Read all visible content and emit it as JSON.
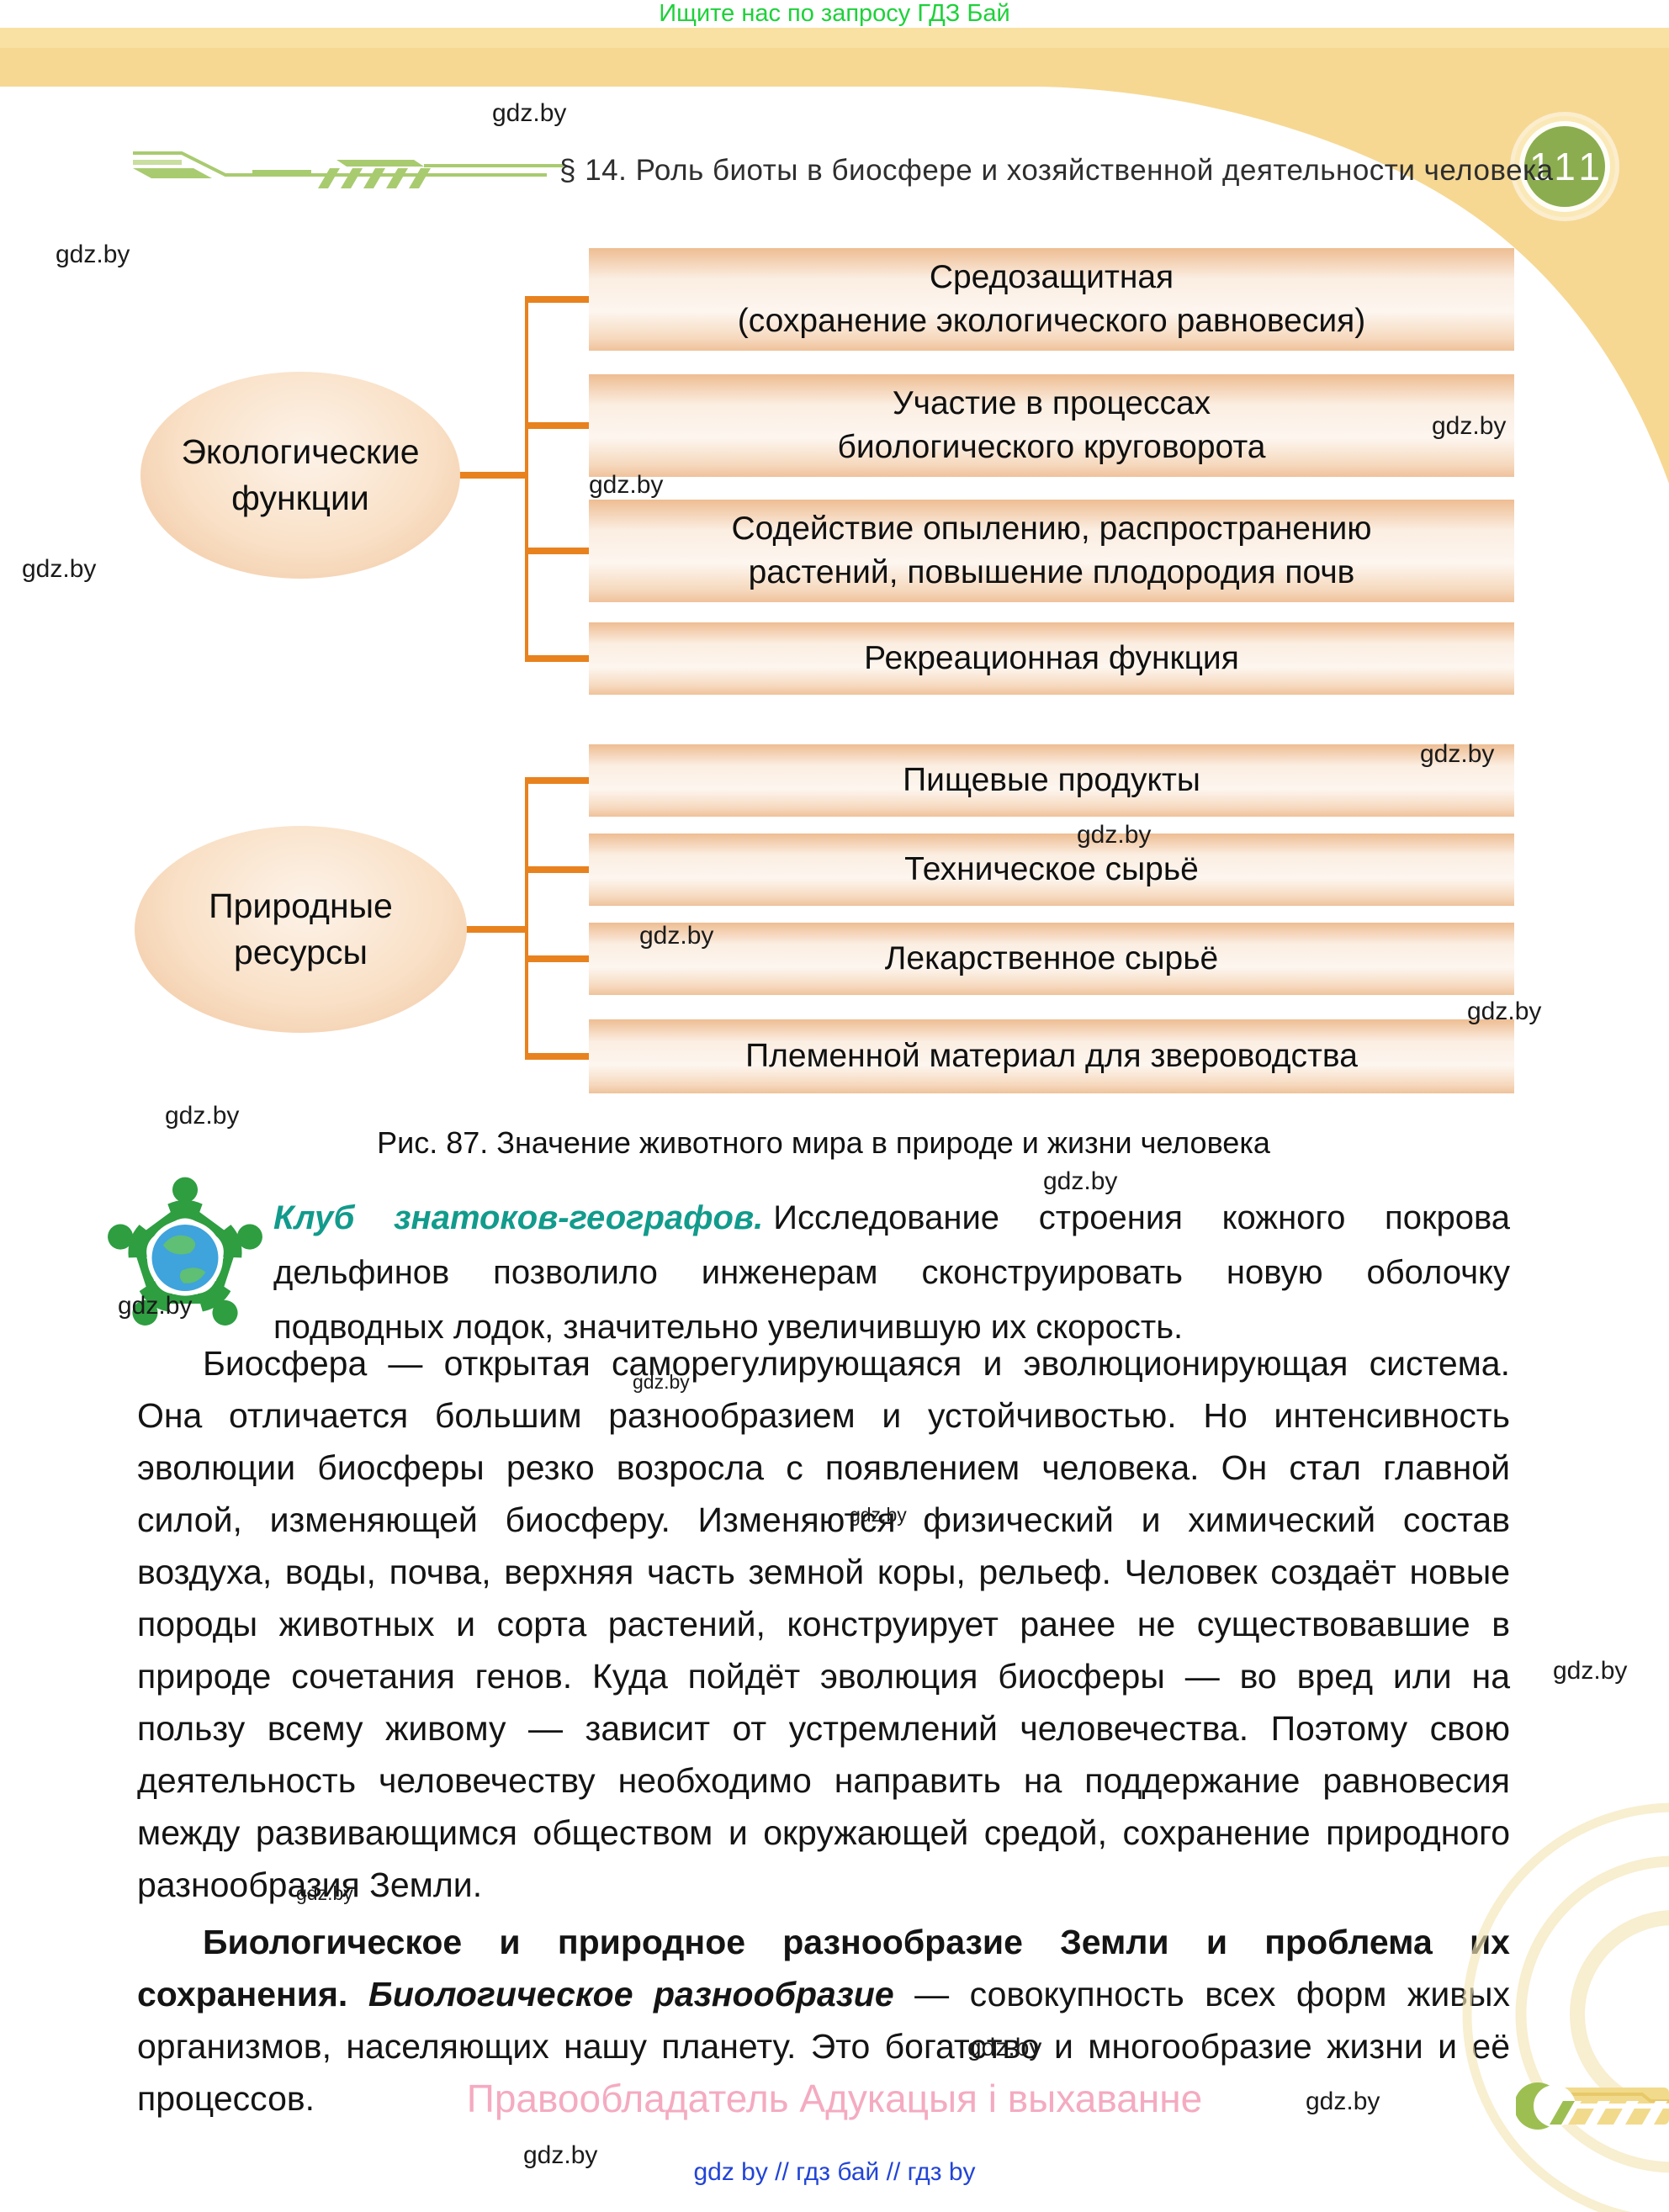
{
  "page": {
    "top_banner": "Ищите нас по запросу ГДЗ Бай",
    "page_number": "111",
    "header_title": "§ 14. Роль биоты в биосфере и хозяйственной деятельности человека",
    "watermark": "gdz.by"
  },
  "diagram": {
    "caption": "Рис. 87. Значение животного мира в природе и жизни человека",
    "group1": {
      "label": "Экологические функции",
      "box1_line1": "Средозащитная",
      "box1_line2": "(сохранение экологического равновесия)",
      "box2_line1": "Участие в процессах",
      "box2_line2": "биологического круговорота",
      "box3_line1": "Содействие опылению, распространению",
      "box3_line2": "растений, повышение плодородия почв",
      "box4_line1": "Рекреационная функция"
    },
    "group2": {
      "label": "Природные ресурсы",
      "box1_line1": "Пищевые продукты",
      "box2_line1": "Техническое сырьё",
      "box3_line1": "Лекарственное сырьё",
      "box4_line1": "Племенной материал для звероводства"
    }
  },
  "club": {
    "lead": "Клуб знатоков-географов.",
    "body": "Исследование строения кожного покрова дельфинов позволило инженерам сконструировать новую оболочку подводных лодок, значительно увеличившую их скорость."
  },
  "main_text": {
    "paragraph1": "Биосфера — открытая саморегулирующаяся и эволюционирующая система. Она отличается большим разнообразием и устойчивостью. Но интенсивность эволюции биосферы резко возросла с появлением человека. Он стал главной силой, изменяющей биосферу. Изменяются физический и химический состав воздуха, воды, почва, верхняя часть земной коры, рельеф. Человек создаёт новые породы животных и сорта растений, конструирует ранее не существовавшие в природе сочетания генов. Куда пойдёт эволюция биосферы — во вред или на пользу всему живому — зависит от устремлений человечества. Поэтому свою деятельность человечеству необходимо направить на поддержание равновесия между развивающимся обществом и окружающей средой, сохранение природного разнообразия Земли.",
    "paragraph2_bold": "Биологическое и природное разнообразие Земли и проблема их сохранения. ",
    "paragraph2_bold_italic": "Биологическое разнообразие",
    "paragraph2_rest": " — совокупность всех форм живых организмов, населяющих нашу планету. Это богатство и многообразие жизни и её процессов."
  },
  "footer": {
    "copyright": "Правообладатель Адукацыя і выхаванне",
    "links": "gdz by  //  гдз бай  //  гдз by"
  },
  "colors": {
    "band_yellow": "#F6D893",
    "accent_orange": "#E8821E",
    "page_number_green": "#8CAD4F",
    "teal_lead": "#129B8C",
    "pink_copyright": "#F4ABC1",
    "link_blue": "#2244D6",
    "banner_green": "#1ED13A"
  }
}
